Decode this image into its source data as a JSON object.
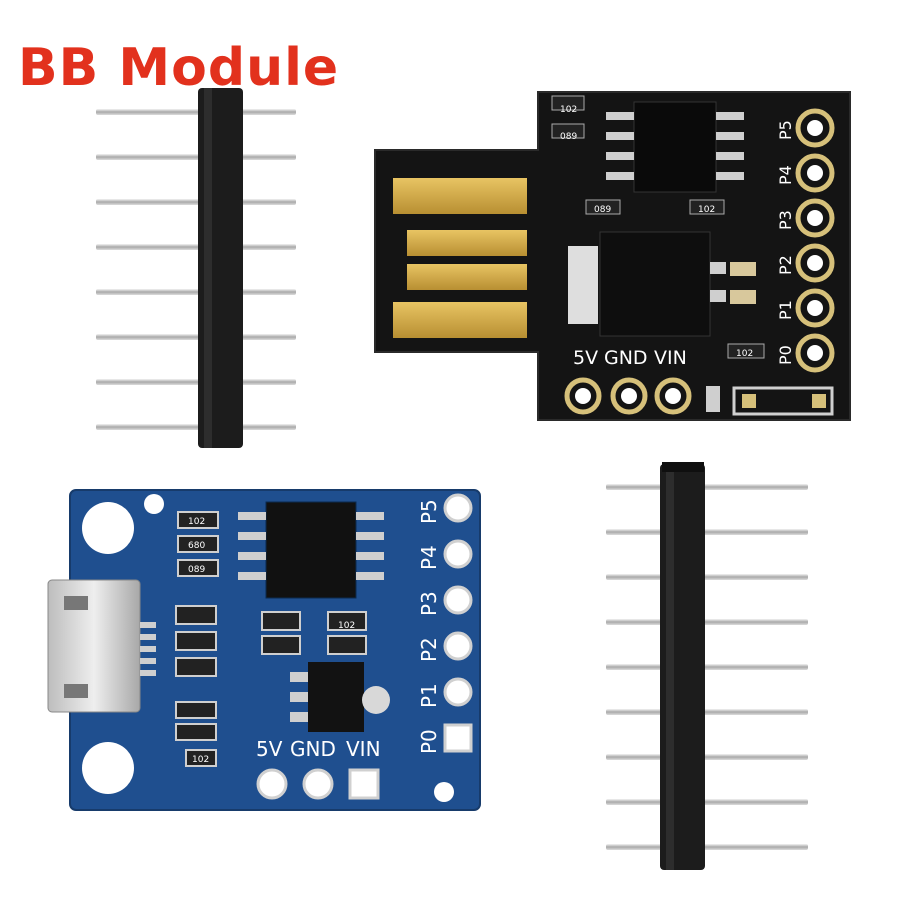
{
  "title": "BB Module",
  "black_board": {
    "top_labels": [
      "5V",
      "GND",
      "VIN"
    ],
    "side_pins": [
      "P5",
      "P4",
      "P3",
      "P2",
      "P1",
      "P0"
    ],
    "chip_codes": [
      "102",
      "089",
      "102",
      "089",
      "102"
    ]
  },
  "blue_board": {
    "bottom_labels": [
      "5V",
      "GND",
      "VIN"
    ],
    "side_pins": [
      "P5",
      "P4",
      "P3",
      "P2",
      "P1",
      "P0"
    ],
    "chip_codes": [
      "102",
      "680",
      "089",
      "102",
      "102"
    ]
  },
  "colors": {
    "title": "#e2311d",
    "black_pcb": "#141414",
    "blue_pcb": "#1f4f8f",
    "gold": "#d9b451"
  }
}
